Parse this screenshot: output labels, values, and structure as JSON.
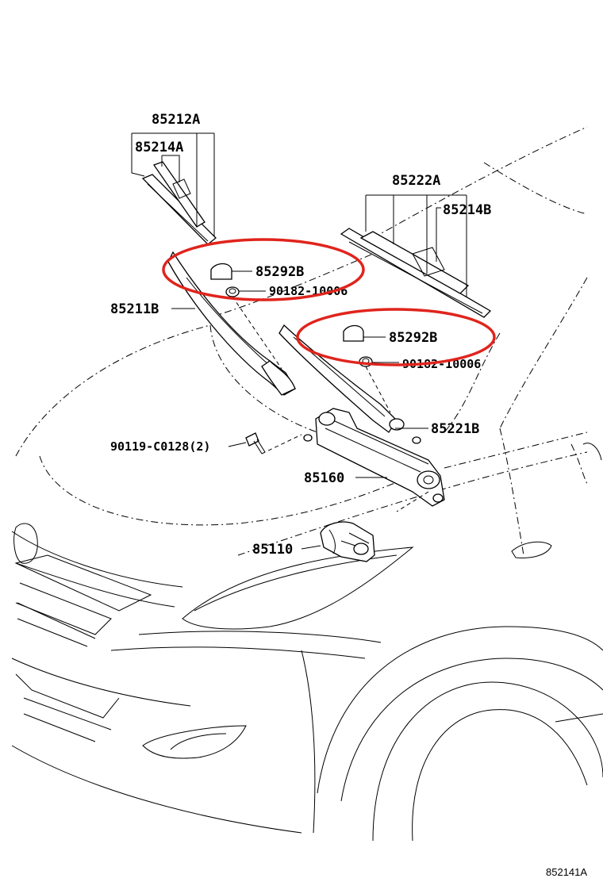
{
  "parts": {
    "p85212A": "85212A",
    "p85214A": "85214A",
    "p85222A": "85222A",
    "p85214B": "85214B",
    "p85292B_left": "85292B",
    "p90182_left": "90182-10006",
    "p85211B": "85211B",
    "p85292B_right": "85292B",
    "p90182_right": "90182-10006",
    "p85221B": "85221B",
    "p90119": "90119-C0128(2)",
    "p85160": "85160",
    "p85110": "85110"
  },
  "figure_id": "852141A",
  "highlight_color": "#e0241c"
}
